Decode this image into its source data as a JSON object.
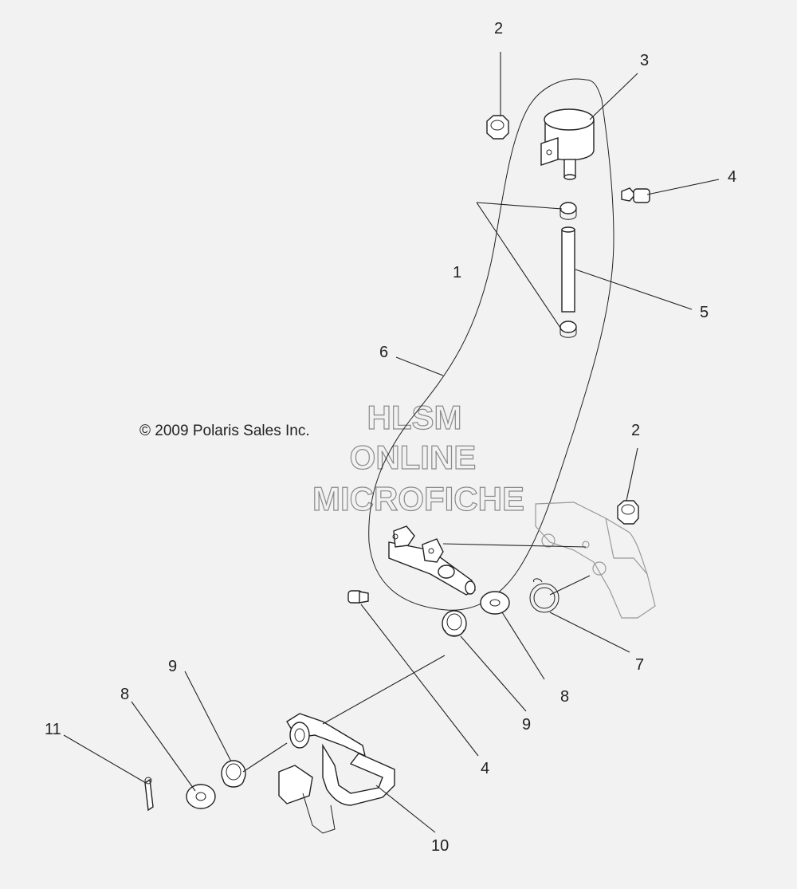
{
  "copyright": "© 2009 Polaris Sales Inc.",
  "watermark": {
    "line1": "HLSM",
    "line2": "ONLINE",
    "line3": "MICROFICHE"
  },
  "callouts": [
    {
      "id": "c2a",
      "label": "2"
    },
    {
      "id": "c3",
      "label": "3"
    },
    {
      "id": "c4a",
      "label": "4"
    },
    {
      "id": "c1",
      "label": "1"
    },
    {
      "id": "c5",
      "label": "5"
    },
    {
      "id": "c6",
      "label": "6"
    },
    {
      "id": "c2b",
      "label": "2"
    },
    {
      "id": "c7",
      "label": "7"
    },
    {
      "id": "c8a",
      "label": "8"
    },
    {
      "id": "c9a",
      "label": "9"
    },
    {
      "id": "c4b",
      "label": "4"
    },
    {
      "id": "c9b",
      "label": "9"
    },
    {
      "id": "c8b",
      "label": "8"
    },
    {
      "id": "c11",
      "label": "11"
    },
    {
      "id": "c10",
      "label": "10"
    }
  ]
}
